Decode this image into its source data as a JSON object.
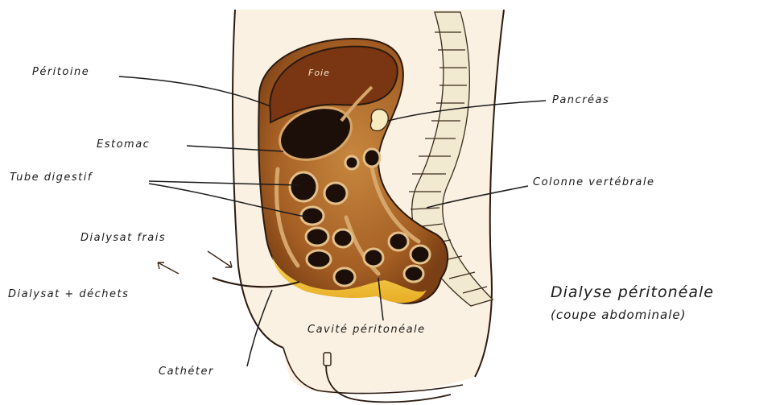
{
  "labels": {
    "peritoine": "Péritoine",
    "estomac": "Estomac",
    "tube_digestif": "Tube digestif",
    "dialysat_frais": "Dialysat frais",
    "dialysat_dechets": "Dialysat + déchets",
    "catheter": "Cathéter",
    "cavite_peritoneale": "Cavité péritonéale",
    "colonne_vertebrale": "Colonne vertébrale",
    "pancreas": "Pancréas",
    "foie": "Foie"
  },
  "title": {
    "main": "Dialyse péritonéale",
    "sub": "(coupe abdominale)"
  },
  "colors": {
    "outline": "#2b1a10",
    "skin": "#fbeedd",
    "peritoneum": "#8a4a1c",
    "liver": "#7a3512",
    "stomach": "#1c0f0a",
    "fluid": "#f2c53a",
    "spine": "#efe6c0"
  }
}
